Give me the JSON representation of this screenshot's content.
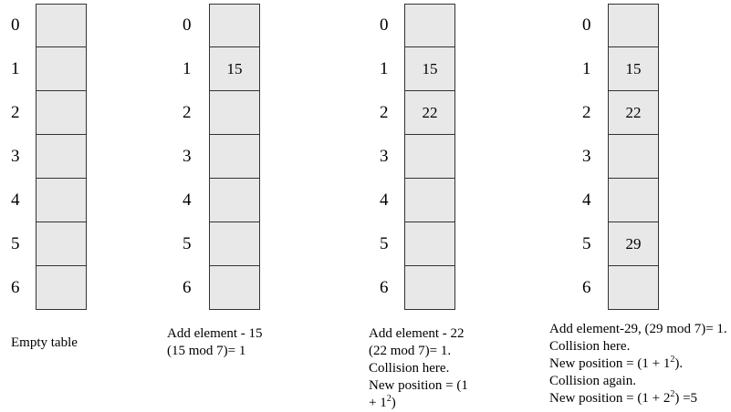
{
  "indices": [
    "0",
    "1",
    "2",
    "3",
    "4",
    "5",
    "6"
  ],
  "tables": [
    {
      "cells": [
        "",
        "",
        "",
        "",
        "",
        "",
        ""
      ],
      "caption": [
        "Empty table"
      ]
    },
    {
      "cells": [
        "",
        "15",
        "",
        "",
        "",
        "",
        ""
      ],
      "caption": [
        "Add element - 15",
        "(15 mod 7)= 1"
      ]
    },
    {
      "cells": [
        "",
        "15",
        "22",
        "",
        "",
        "",
        ""
      ],
      "caption": [
        "Add element - 22",
        "(22 mod 7)= 1.",
        "Collision here.",
        "New position = (1",
        "+ 1",
        "2",
        ")"
      ]
    },
    {
      "cells": [
        "",
        "15",
        "22",
        "",
        "",
        "29",
        ""
      ],
      "caption": [
        "Add element-29, (29 mod 7)= 1.",
        "Collision here.",
        "New position = (1 + 1",
        "2",
        ").",
        "Collision again.",
        "New position = (1 + 2",
        "2",
        ") =5"
      ]
    }
  ]
}
